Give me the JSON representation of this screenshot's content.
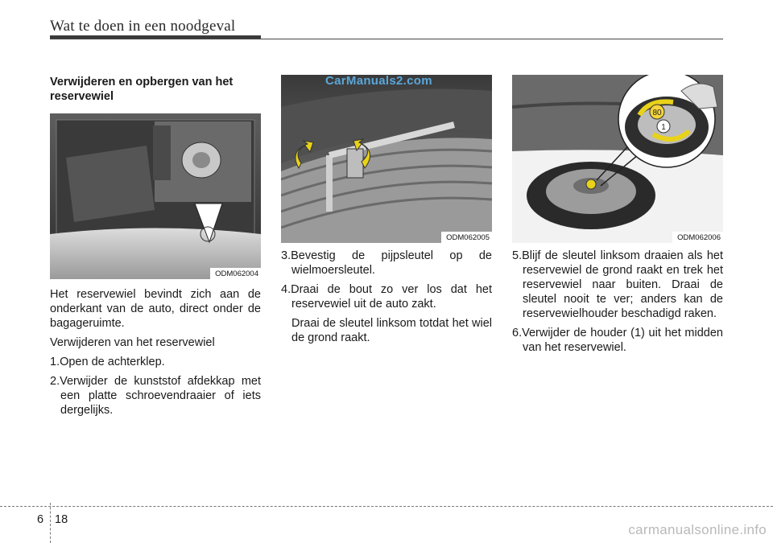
{
  "header": {
    "title": "Wat te doen in een noodgeval"
  },
  "column1": {
    "heading": "Verwijderen en opbergen van het reservewiel",
    "figure_code": "ODM062004",
    "paragraphs": [
      "Het reservewiel bevindt zich aan de onderkant van de auto, direct onder de bagageruimte.",
      "Verwijderen van het reservewiel"
    ],
    "steps": [
      "1.Open de achterklep.",
      "2.Verwijder de kunststof afdekkap met een platte schroevendraaier of iets dergelijks."
    ]
  },
  "column2": {
    "figure_code": "ODM062005",
    "steps": [
      "3.Bevestig de pijpsleutel op de wielmoersleutel.",
      "4.Draai de bout zo ver los dat het reservewiel uit de auto zakt."
    ],
    "continuation": "Draai de sleutel linksom totdat het wiel de grond raakt."
  },
  "column3": {
    "figure_code": "ODM062006",
    "inset_labels": {
      "speed": "80",
      "part": "1"
    },
    "steps": [
      "5.Blijf de sleutel linksom draaien als het reservewiel de grond raakt en trek het reservewiel naar buiten. Draai de sleutel nooit te ver; anders kan de reservewielhouder beschadigd raken.",
      "6.Verwijder de houder (1) uit het midden van het reservewiel."
    ]
  },
  "footer": {
    "chapter": "6",
    "page": "18"
  },
  "watermarks": {
    "top": "CarManuals2.com",
    "bottom": "carmanualsonline.info"
  },
  "colors": {
    "arrow_yellow": "#e8d21a",
    "watermark_blue": "#5aa7d9"
  }
}
